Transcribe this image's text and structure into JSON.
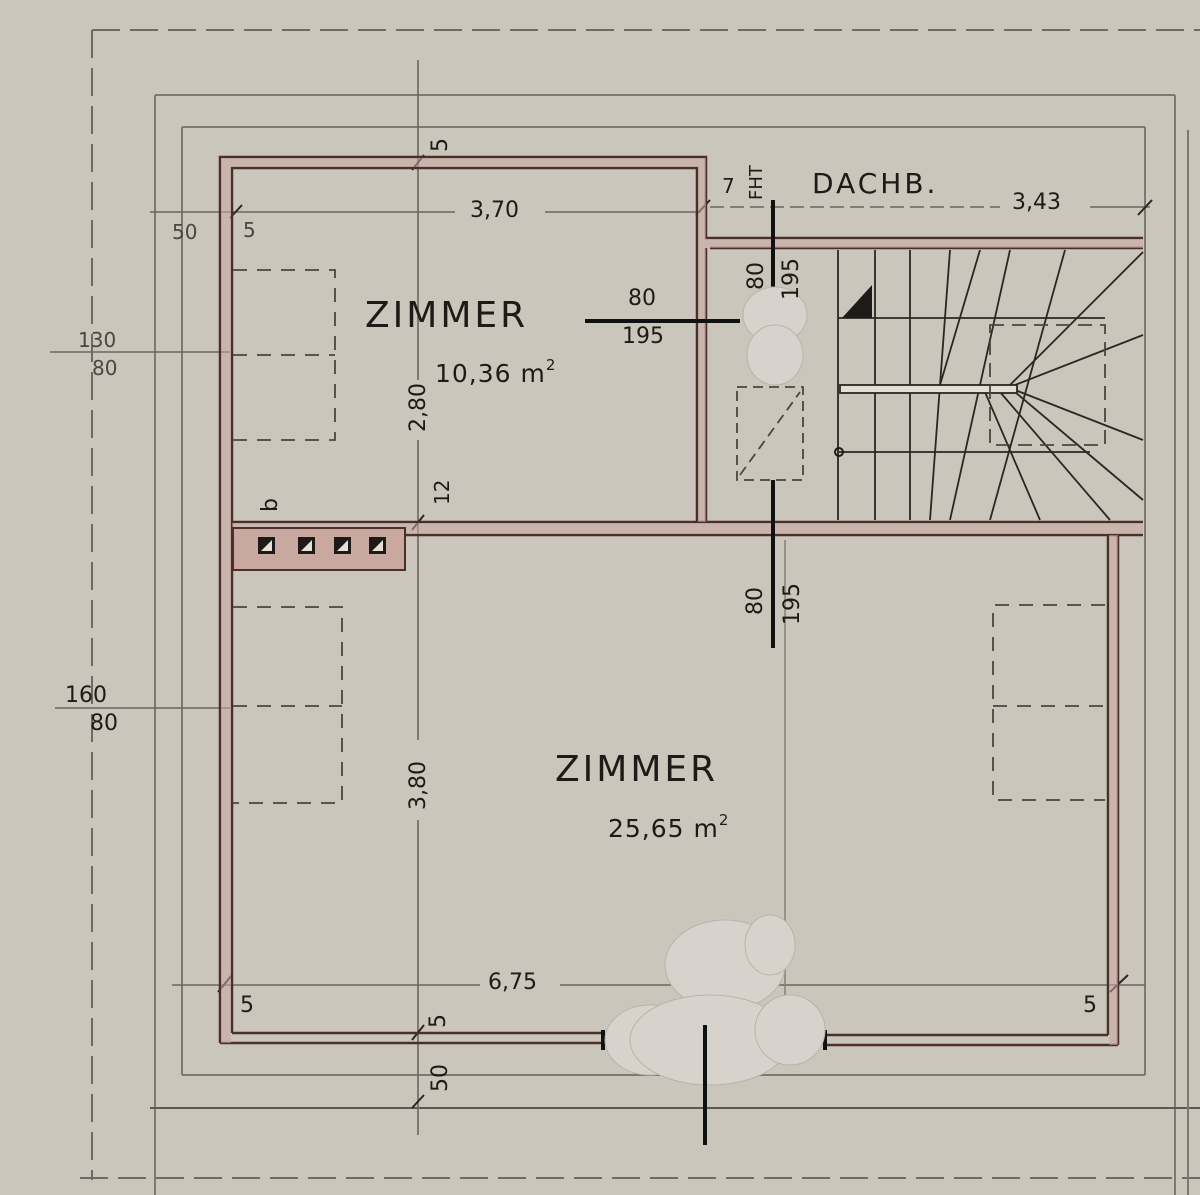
{
  "drawing": {
    "type": "floor-plan",
    "paper_color": "#cbc6bb",
    "ink_color": "#1d1a17",
    "wall_color": "#4a2f2a",
    "wall_fill": "#c9a8a0",
    "redaction_color": "#d7d3cc"
  },
  "rooms": [
    {
      "name": "ZIMMER",
      "area": "10,36",
      "unit": "m",
      "unit_sup": "2"
    },
    {
      "name": "ZIMMER",
      "area": "25,65",
      "unit": "m",
      "unit_sup": "2"
    },
    {
      "name": "DACHB."
    }
  ],
  "labels": {
    "fht": "FHT",
    "flue": "b"
  },
  "dimensions": {
    "top_wall_thickness": "5",
    "top_left_offset": "50",
    "left_wall_thickness": "5",
    "room_small_width": "3,70",
    "partition_7": "7",
    "dachb_width": "3,43",
    "window_small_top": "130",
    "window_small_bottom": "80",
    "window_large_top": "160",
    "window_large_bottom": "80",
    "room_small_height": "2,80",
    "partition_12": "12",
    "room_large_height": "3,80",
    "door1_width": "80",
    "door1_height": "195",
    "door2_width": "80",
    "door2_height": "195",
    "door3_width": "80",
    "door3_height": "195",
    "bottom_width": "6,75",
    "bottom_left_wall": "5",
    "bottom_wall_mid": "5",
    "bottom_right_wall": "5",
    "bottom_offset": "50"
  }
}
